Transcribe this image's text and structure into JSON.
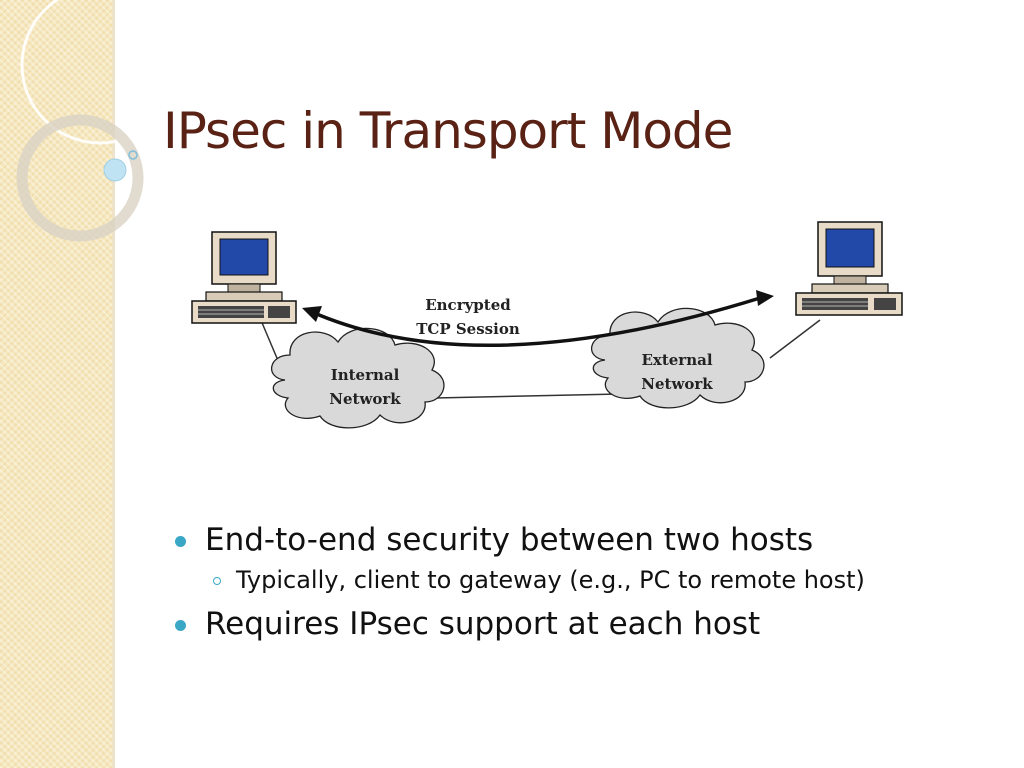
{
  "slide": {
    "title": "IPsec in Transport Mode"
  },
  "diagram": {
    "session_label_line1": "Encrypted",
    "session_label_line2": "TCP Session",
    "internal_network_line1": "Internal",
    "internal_network_line2": "Network",
    "external_network_line1": "External",
    "external_network_line2": "Network"
  },
  "bullets": {
    "item1": "End-to-end security between two hosts",
    "item1_sub": "Typically, client to gateway (e.g., PC to remote host)",
    "item2": "Requires IPsec support at each host"
  },
  "colors": {
    "title": "#5a2215",
    "bullet_accent": "#3aa7c6",
    "side_band": "#f6e7bd",
    "monitor_screen": "#2248a8",
    "cloud_fill": "#d9d9d9"
  }
}
